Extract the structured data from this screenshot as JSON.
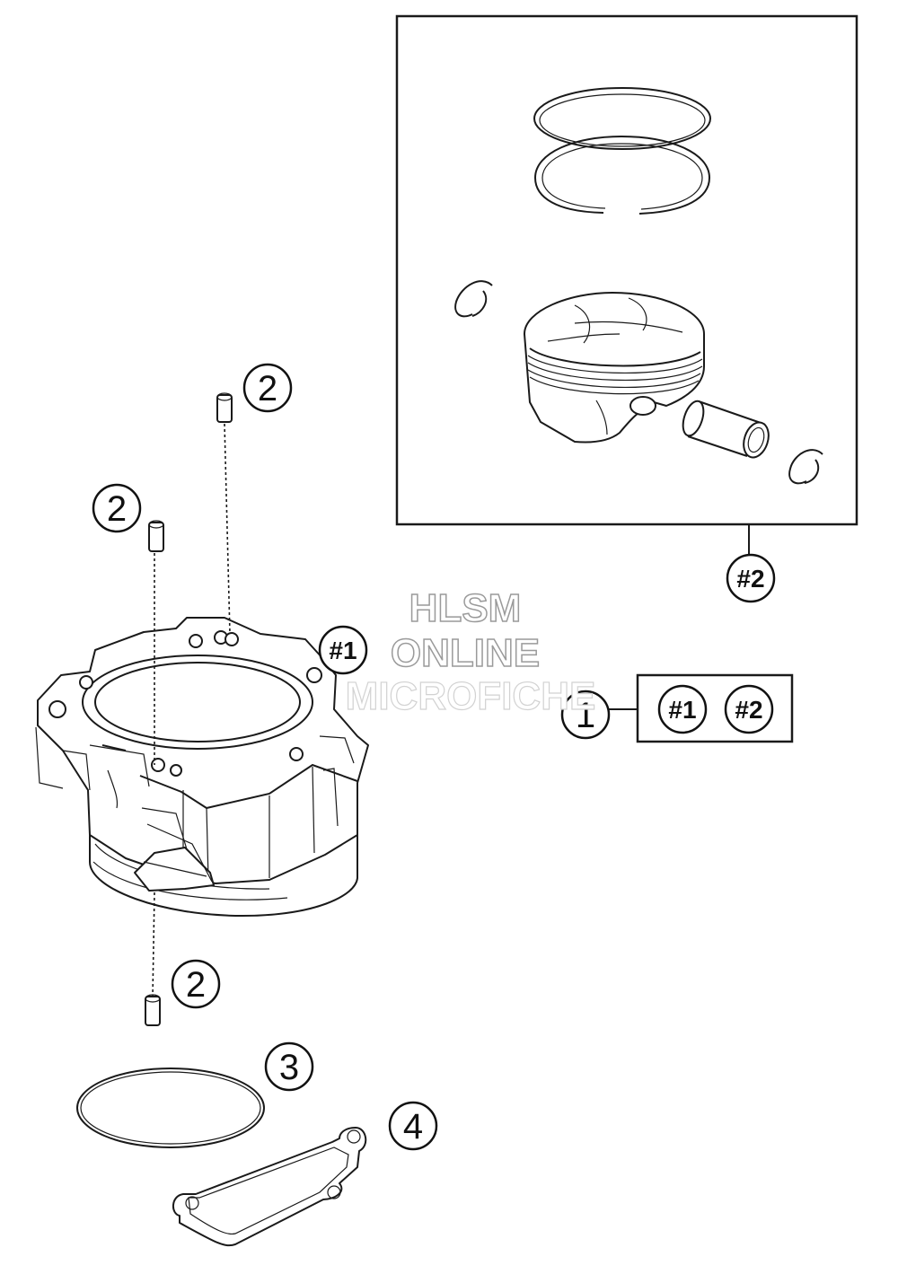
{
  "callouts": {
    "c1": "1",
    "c2a": "2",
    "c2b": "2",
    "c2c": "2",
    "c3": "3",
    "c4": "4"
  },
  "refs": {
    "r1_cylinder": "#1",
    "r2_piston": "#2",
    "r1_kit": "#1",
    "r2_kit": "#2"
  },
  "watermark": {
    "line1": "HLSM",
    "line2": "ONLINE",
    "line3": "MICROFICHE"
  }
}
